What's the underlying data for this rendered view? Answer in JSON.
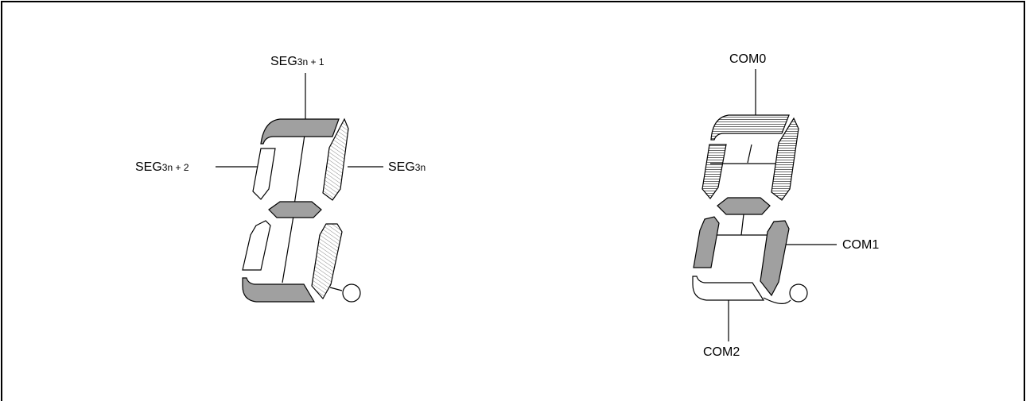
{
  "left_diagram": {
    "labels": {
      "top": {
        "base": "SEG",
        "sub": "3n + 1"
      },
      "left": {
        "base": "SEG",
        "sub": "3n + 2"
      },
      "right": {
        "base": "SEG",
        "sub": "3n"
      }
    }
  },
  "right_diagram": {
    "labels": {
      "top": "COM0",
      "right": "COM1",
      "bottom": "COM2"
    }
  },
  "colors": {
    "grey_fill": "#a0a0a0",
    "outline": "#000000",
    "background": "#ffffff"
  }
}
